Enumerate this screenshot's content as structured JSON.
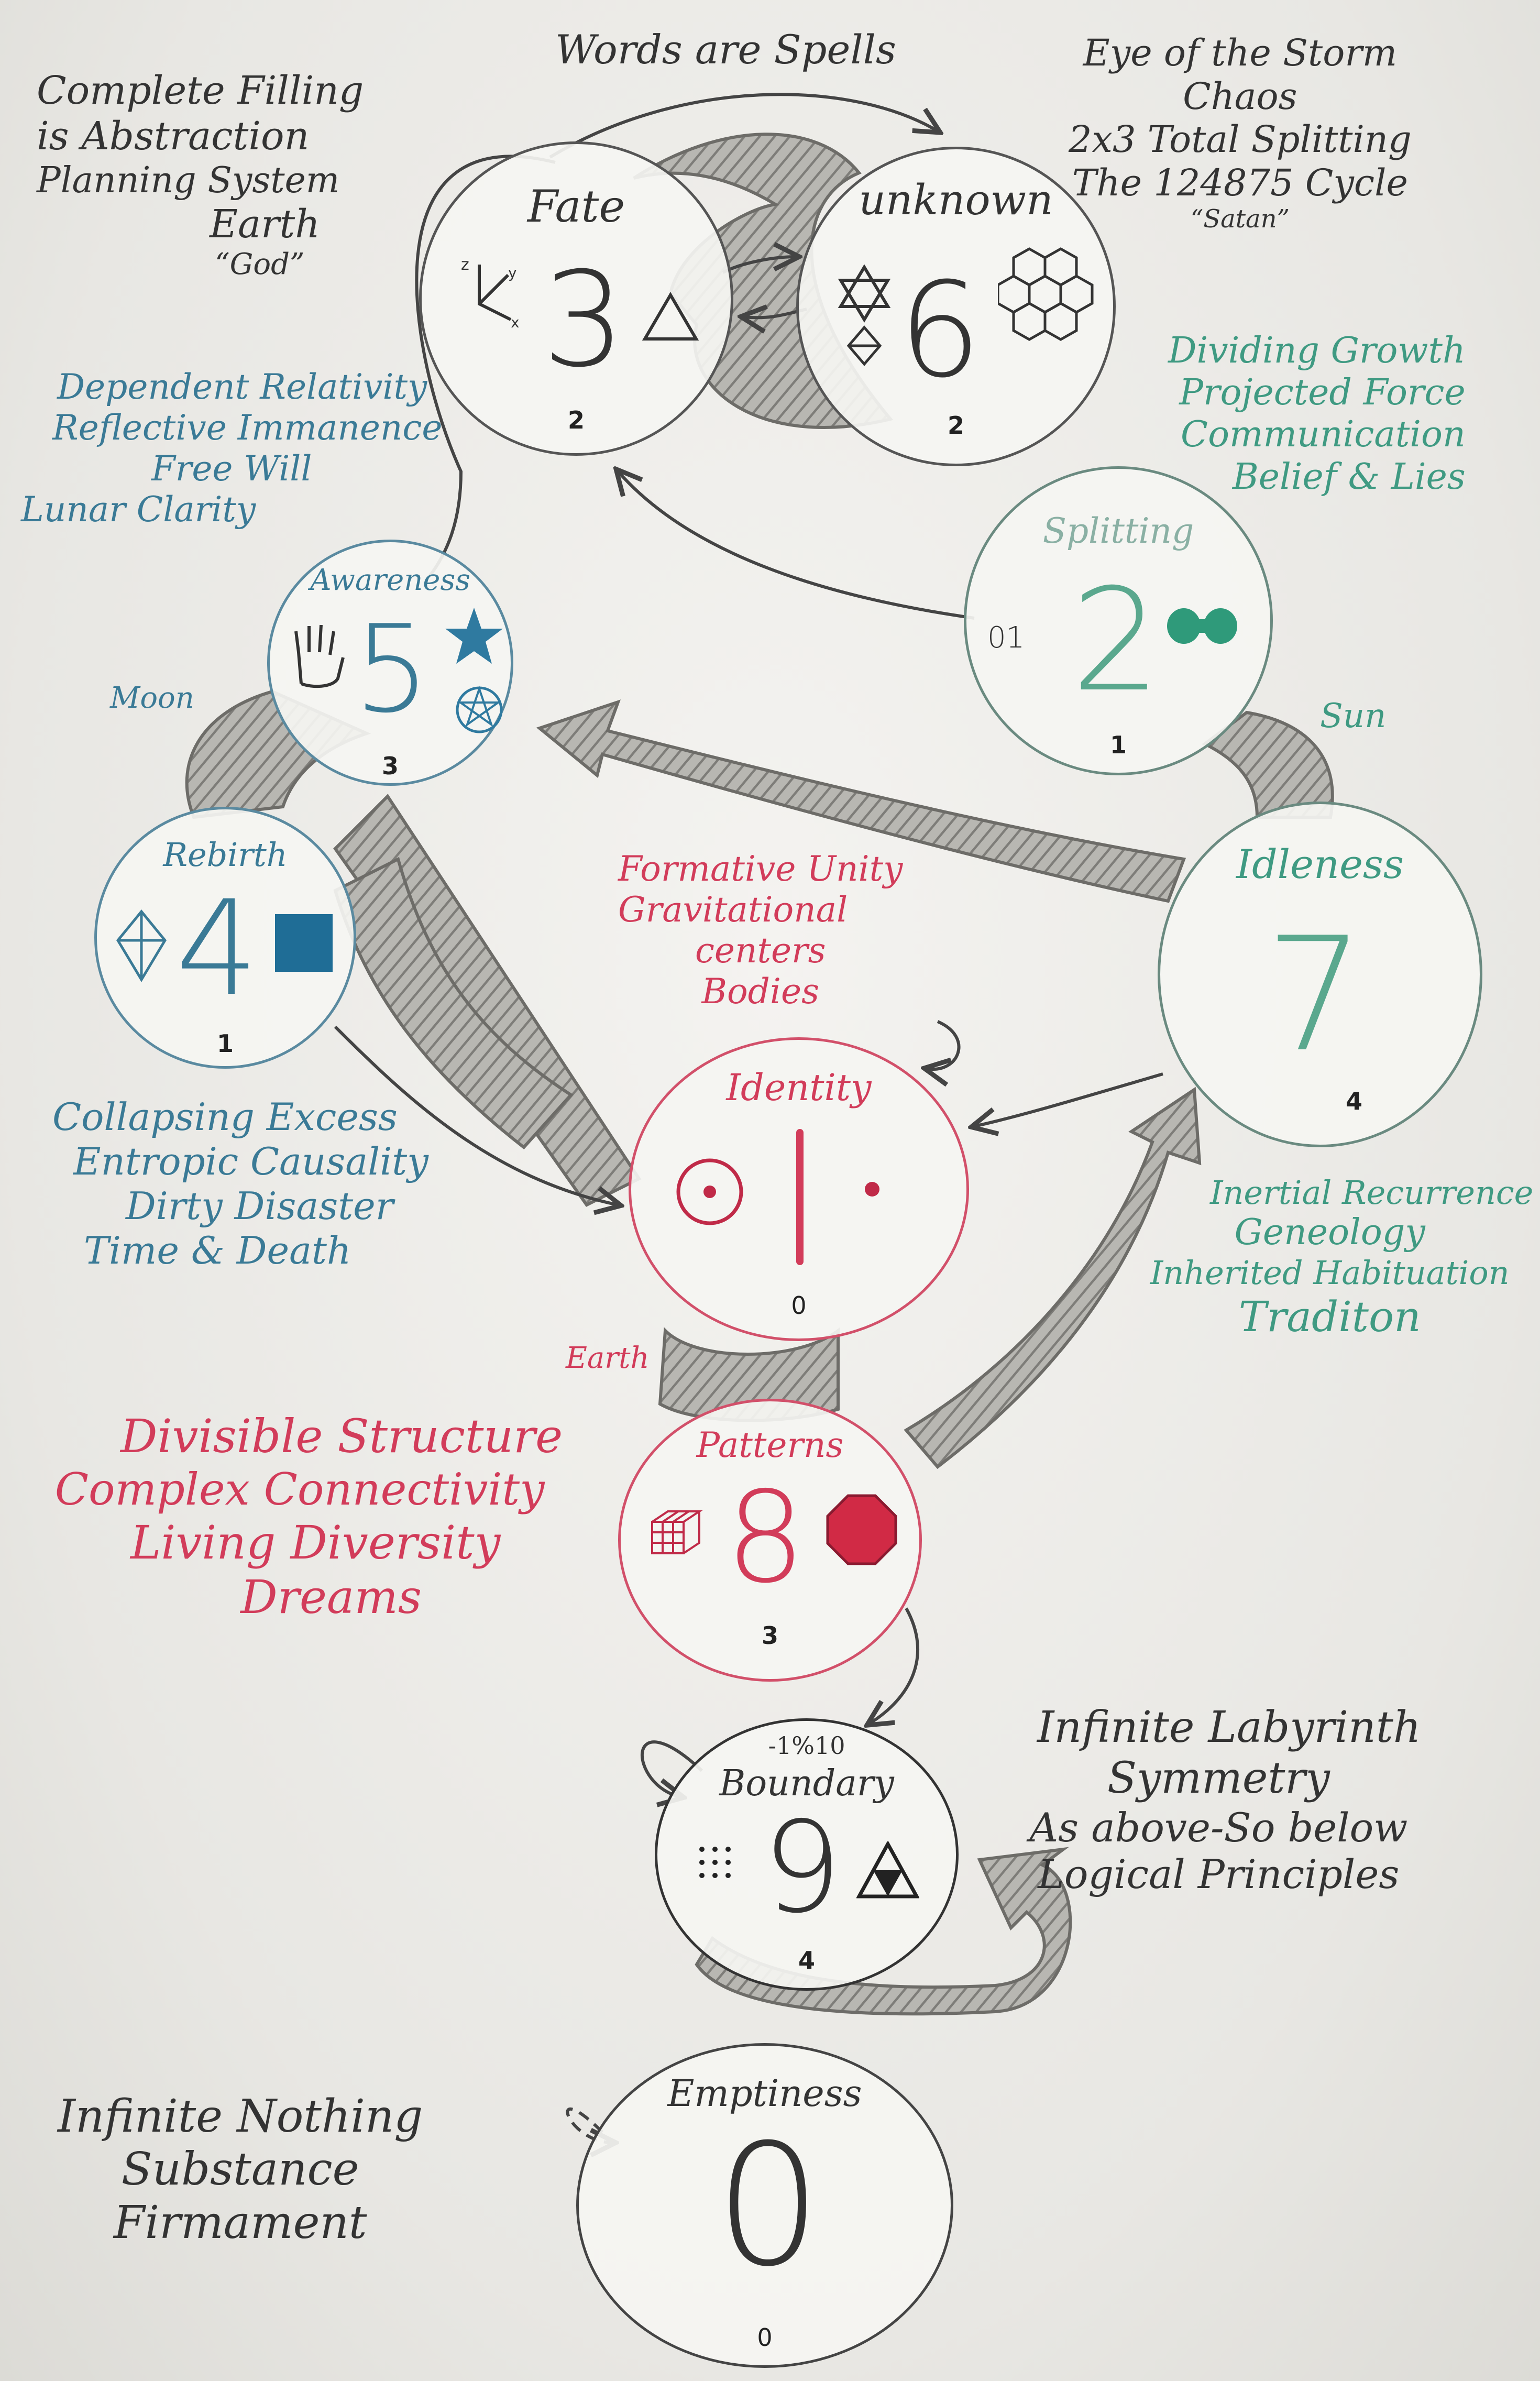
{
  "colors": {
    "ink_black": "#333333",
    "ink_blue": "#3a7a96",
    "ink_green": "#3f9a82",
    "ink_red": "#d23c5a",
    "shaded_arrow": "#8a8a86"
  },
  "title": "Words are Spells",
  "notes": {
    "top_left": [
      "Complete Filling",
      "is Abstraction",
      "Planning System",
      "Earth",
      "“God”"
    ],
    "top_right": [
      "Eye of the Storm",
      "Chaos",
      "2x3 Total Splitting",
      "The 124875 Cycle",
      "“Satan”"
    ],
    "left_blue": [
      "Dependent Relativity",
      "Reflective Immanence",
      "Free Will",
      "Lunar Clarity"
    ],
    "moon": "Moon",
    "right_green": [
      "Dividing Growth",
      "Projected Force",
      "Communication",
      "Belief & Lies"
    ],
    "sun": "Sun",
    "red_center": [
      "Formative Unity",
      "Gravitational",
      "centers",
      "Bodies"
    ],
    "bottom_left_blue": [
      "Collapsing Excess",
      "Entropic Causality",
      "Dirty Disaster",
      "Time & Death"
    ],
    "right_green_lower": [
      "Inertial Recurrence",
      "Geneology",
      "Inherited Habituation",
      "Traditon"
    ],
    "earth": "Earth",
    "red_left": [
      "Divisible Structure",
      "Complex Connectivity",
      "Living Diversity",
      "Dreams"
    ],
    "right_black": [
      "Infinite Labyrinth",
      "Symmetry",
      "As above-So below",
      "Logical Principles"
    ],
    "bottom_left": [
      "Infinite Nothing",
      "Substance",
      "Firmament"
    ]
  },
  "nodes": {
    "fate": {
      "label": "Fate",
      "number": "3",
      "sub": "2",
      "icon": "axes-icon",
      "shape": "triangle-icon"
    },
    "unknown": {
      "label": "unknown",
      "number": "6",
      "sub": "2",
      "icon": "hexagram-icon",
      "shape": "honeycomb-icon"
    },
    "awareness": {
      "label": "Awareness",
      "number": "5",
      "sub": "3",
      "icon": "hand-icon",
      "shape": "star-icon"
    },
    "splitting": {
      "label": "Splitting",
      "number": "2",
      "sub": "1",
      "prefix": "01",
      "shape": "dumbbell-icon"
    },
    "rebirth": {
      "label": "Rebirth",
      "number": "4",
      "sub": "1",
      "icon": "kite-icon",
      "shape": "square-icon"
    },
    "idleness": {
      "label": "Idleness",
      "number": "7",
      "sub": "4"
    },
    "identity": {
      "label": "Identity",
      "number": "1",
      "sub": "0",
      "icon": "circled-dot-icon",
      "shape": "dot-icon"
    },
    "patterns": {
      "label": "Patterns",
      "number": "8",
      "sub": "3",
      "icon": "cube-grid-icon",
      "shape": "octagon-icon"
    },
    "boundary": {
      "label": "Boundary",
      "number": "9",
      "sub": "4",
      "top": "-1%10",
      "icon": "dot-grid-icon",
      "shape": "triforce-icon"
    },
    "emptiness": {
      "label": "Emptiness",
      "number": "0",
      "sub": "0"
    }
  }
}
